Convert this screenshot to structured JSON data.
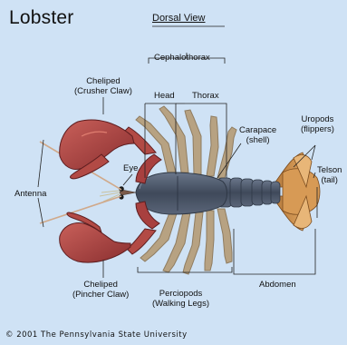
{
  "title": "Lobster",
  "view": "Dorsal View",
  "labels": {
    "cephalothorax": "Cephalothorax",
    "head": "Head",
    "thorax": "Thorax",
    "cheliped_crusher": [
      "Cheliped",
      "(Crusher Claw)"
    ],
    "eye": "Eye",
    "antenna": "Antenna",
    "carapace": [
      "Carapace",
      "(shell)"
    ],
    "uropods": [
      "Uropods",
      "(flippers)"
    ],
    "telson": [
      "Telson",
      "(tail)"
    ],
    "cheliped_pincher": [
      "Cheliped",
      "(Pincher Claw)"
    ],
    "perciopods": [
      "Perciopods",
      "(Walking Legs)"
    ],
    "abdomen": "Abdomen"
  },
  "copyright": "© 2001 The Pennsylvania State University",
  "colors": {
    "background": "#cfe2f5",
    "claw": "#a8403f",
    "body": "#4f5b6e",
    "legs": "#b39e80",
    "tail": "#c98a45"
  }
}
